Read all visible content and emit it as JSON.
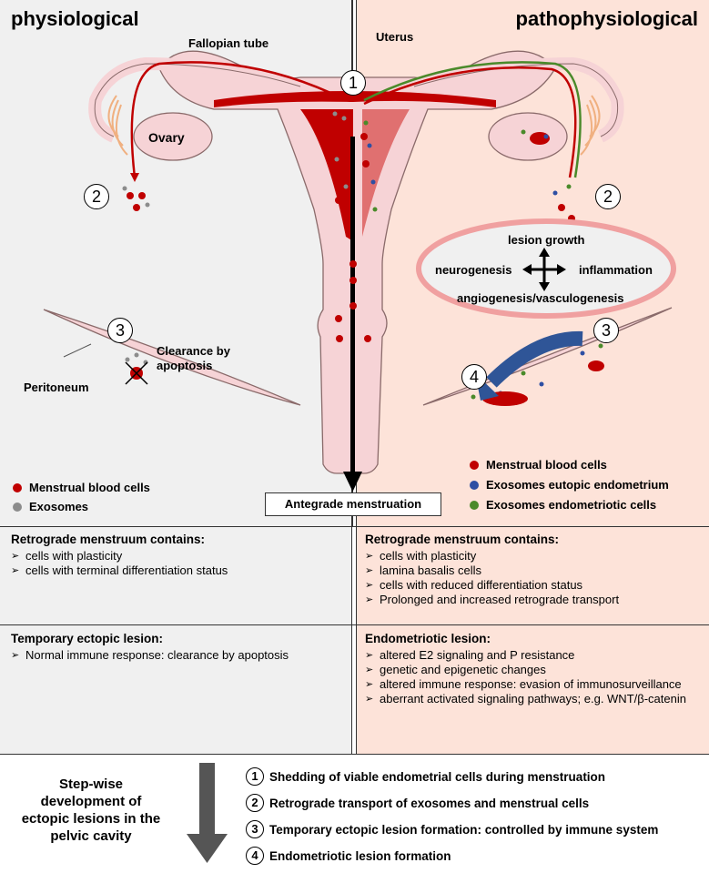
{
  "titles": {
    "left": "physiological",
    "right": "pathophysiological"
  },
  "labels": {
    "fallopian_tube": "Fallopian tube",
    "uterus": "Uterus",
    "ovary": "Ovary",
    "peritoneum": "Peritoneum",
    "clearance_line1": "Clearance by",
    "clearance_line2": "apoptosis",
    "antegrade": "Antegrade menstruation"
  },
  "cloud": {
    "top": "lesion growth",
    "left": "neurogenesis",
    "right": "inflammation",
    "bottom": "angiogenesis/vasculogenesis"
  },
  "circle_numbers": {
    "one": "1",
    "two": "2",
    "three": "3",
    "four": "4"
  },
  "legend_left": [
    {
      "label": "Menstrual blood cells",
      "color": "#c00000"
    },
    {
      "label": "Exosomes",
      "color": "#8c8c8c"
    }
  ],
  "legend_right": [
    {
      "label": "Menstrual blood cells",
      "color": "#c00000"
    },
    {
      "label": "Exosomes eutopic endometrium",
      "color": "#2e4fa3"
    },
    {
      "label": "Exosomes endometriotic cells",
      "color": "#4a8a2a"
    }
  ],
  "left_sections": [
    {
      "heading": "Retrograde menstruum contains:",
      "items": [
        "cells with plasticity",
        "cells with terminal differentiation status"
      ]
    },
    {
      "heading": "Temporary ectopic lesion:",
      "items": [
        "Normal immune response: clearance by apoptosis"
      ]
    }
  ],
  "right_sections": [
    {
      "heading": "Retrograde menstruum contains:",
      "items": [
        "cells with plasticity",
        "lamina basalis cells",
        "cells with reduced differentiation status",
        "Prolonged and increased retrograde transport"
      ]
    },
    {
      "heading": "Endometriotic lesion:",
      "items": [
        "altered E2 signaling and P resistance",
        "genetic and epigenetic changes",
        "altered immune response: evasion of immunosurveillance",
        "aberrant activated signaling pathways; e.g. WNT/β-catenin"
      ]
    }
  ],
  "bottom": {
    "title": "Step-wise development of ectopic lesions in the pelvic cavity",
    "steps": [
      "Shedding of viable endometrial cells during menstruation",
      "Retrograde transport of exosomes and menstrual cells",
      "Temporary ectopic lesion formation: controlled by immune system",
      "Endometriotic lesion formation"
    ]
  },
  "colors": {
    "blood": "#c00000",
    "tissue": "#f6d3d6",
    "exosome_grey": "#8c8c8c",
    "exosome_blue": "#2e4fa3",
    "exosome_green": "#4a8a2a",
    "arrow_blue": "#2f5597"
  }
}
